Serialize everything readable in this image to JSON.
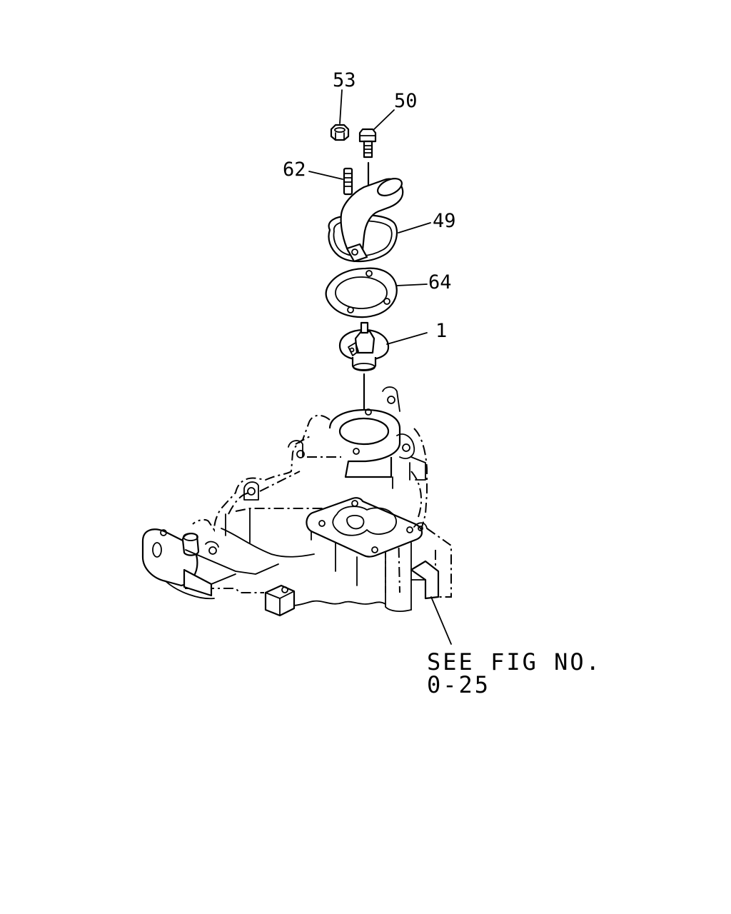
{
  "callouts": [
    {
      "id": "53",
      "text": "53"
    },
    {
      "id": "50",
      "text": "50"
    },
    {
      "id": "62",
      "text": "62"
    },
    {
      "id": "49",
      "text": "49"
    },
    {
      "id": "64",
      "text": "64"
    },
    {
      "id": "1",
      "text": "1"
    }
  ],
  "note": {
    "line1": "SEE FIG NO.",
    "line2": "0-25"
  }
}
